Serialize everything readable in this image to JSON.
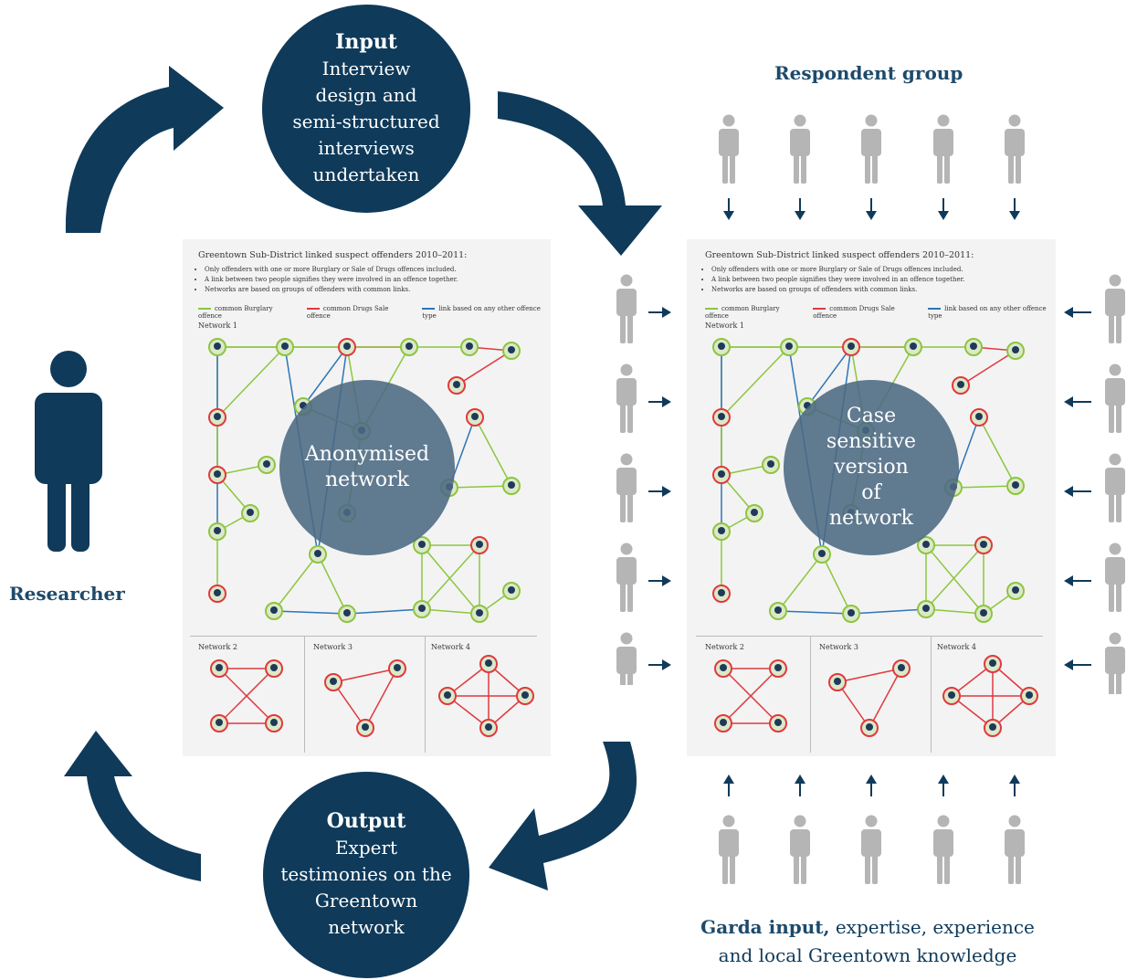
{
  "input": {
    "title": "Input",
    "text": "Interview design and semi-structured interviews undertaken"
  },
  "output": {
    "title": "Output",
    "text": "Expert testimonies on the Greentown network"
  },
  "researcher_label": "Researcher",
  "respondent_heading": "Respondent group",
  "garda": {
    "bold": "Garda input,",
    "rest": " expertise, experience",
    "line2": "and local Greentown knowledge"
  },
  "panel": {
    "title": "Greentown Sub-District linked suspect offenders 2010–2011:",
    "bullets": [
      "Only offenders with one or more Burglary or Sale of Drugs offences included.",
      "A link between two people signifies they were involved in an offence together.",
      "Networks are based on groups of offenders with common links."
    ],
    "legend": [
      {
        "label": "common Burglary offence",
        "color": "#8cc63f"
      },
      {
        "label": "common Drugs Sale offence",
        "color": "#e0393e"
      },
      {
        "label": "link based on any other offence type",
        "color": "#2e75b6"
      }
    ],
    "network_labels": [
      "Network 1",
      "Network 2",
      "Network 3",
      "Network 4"
    ]
  },
  "left_overlay": "Anonymised network",
  "right_overlay": "Case sensitive version of network",
  "colors": {
    "navy": "#0f3a5a",
    "grey_person": "#b5b5b5",
    "panel_bg": "#f3f3f3"
  }
}
